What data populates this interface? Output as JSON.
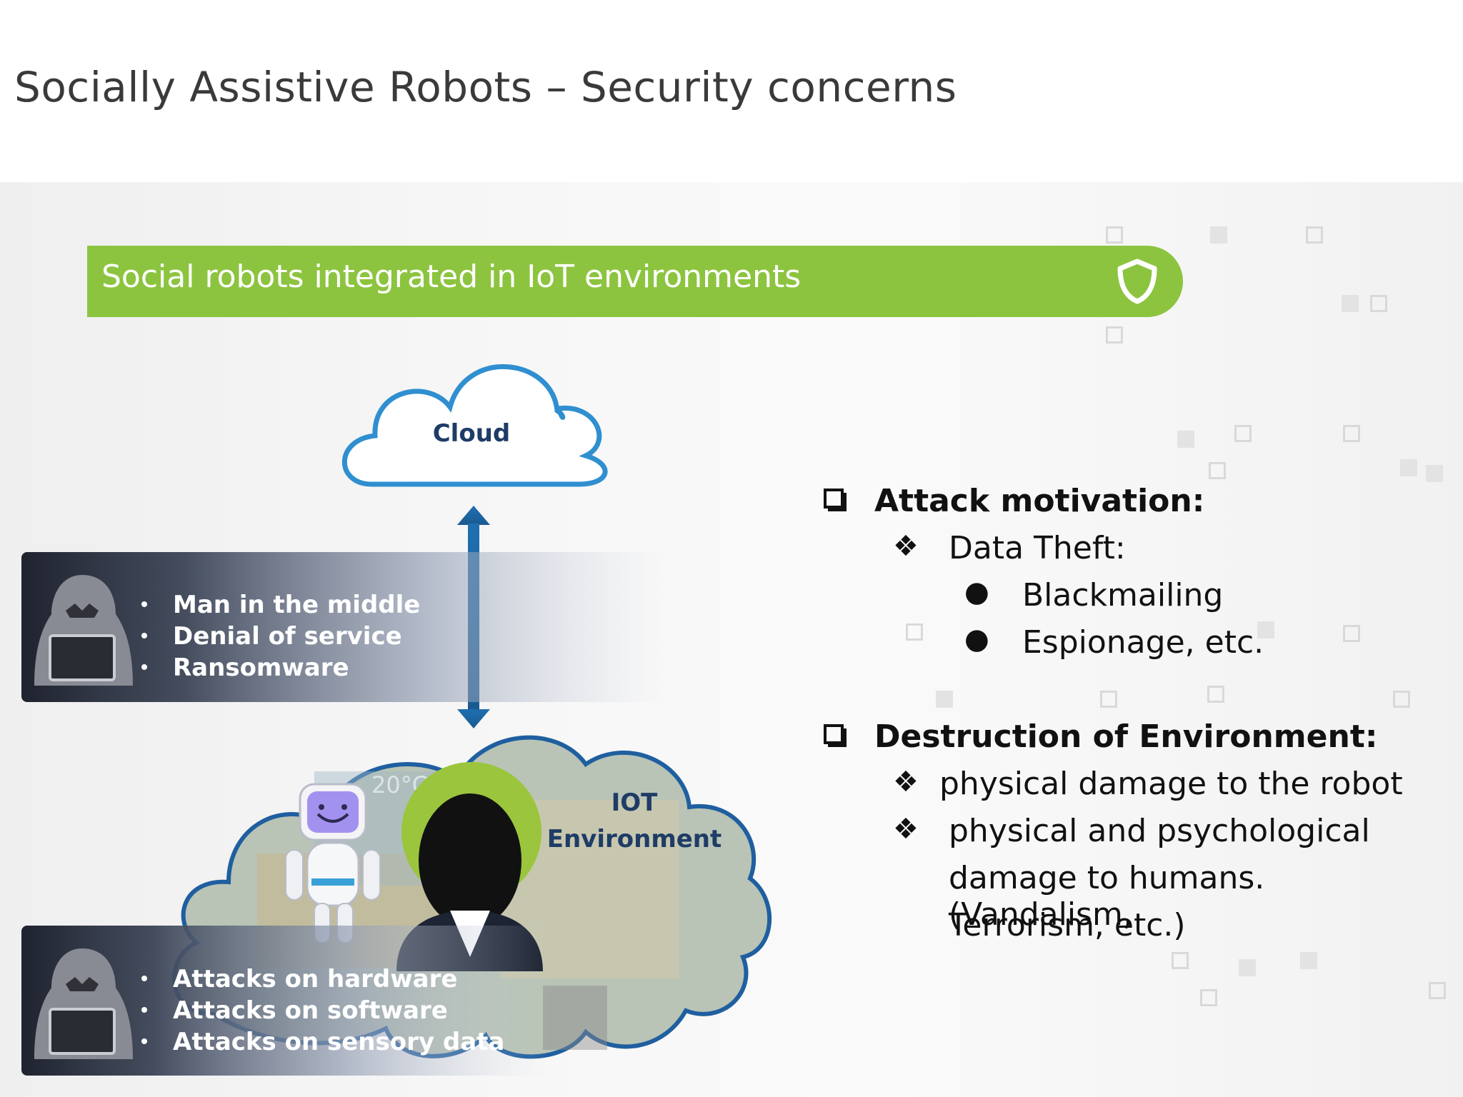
{
  "slide": {
    "title": "Socially Assistive Robots – Security concerns",
    "banner_text": "Social robots integrated in IoT environments",
    "accent_color": "#8cc43f"
  },
  "diagram": {
    "cloud_label": "Cloud",
    "iot_label_line1": "IOT",
    "iot_label_line2": "Environment",
    "network_attacks": [
      "Man in the middle",
      "Denial of service",
      "Ransomware"
    ],
    "device_attacks": [
      "Attacks on hardware",
      "Attacks on software",
      "Attacks on sensory data"
    ],
    "screen_text": "20°C"
  },
  "concerns": {
    "attack_motivation": {
      "heading": "Attack motivation:",
      "sub": "Data Theft:",
      "items": [
        "Blackmailing",
        "Espionage, etc."
      ]
    },
    "destruction": {
      "heading": "Destruction of Environment:",
      "items": [
        "physical damage to the robot",
        "physical  and psychological",
        "damage to humans. (Vandalism,",
        "Terrorism, etc.)"
      ]
    }
  }
}
